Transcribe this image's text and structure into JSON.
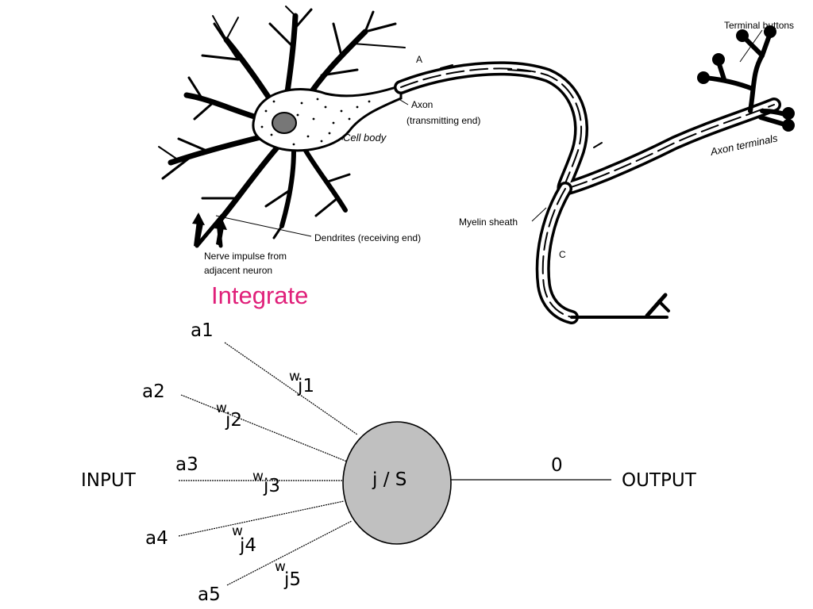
{
  "neuron": {
    "labels": {
      "terminal_buttons": "Terminal buttons",
      "point_a": "A",
      "axon": "Axon",
      "axon_sub": "(transmitting end)",
      "cell_body": "Cell body",
      "axon_terminals": "Axon terminals",
      "myelin_sheath": "Myelin sheath",
      "point_c": "C",
      "dendrites": "Dendrites (receiving end)",
      "impulse_line1": "Nerve impulse from",
      "impulse_line2": "adjacent neuron"
    },
    "integrate_label": "Integrate",
    "integrate_color": "#e0207a"
  },
  "model": {
    "input_label": "INPUT",
    "output_label": "OUTPUT",
    "output_symbol": "0",
    "node_label": "j / S",
    "node_fill": "#c0c0c0",
    "inputs": [
      {
        "a": "a1",
        "w_base": "w",
        "w_sub": "j1"
      },
      {
        "a": "a2",
        "w_base": "w",
        "w_sub": "j2"
      },
      {
        "a": "a3",
        "w_base": "w",
        "w_sub": "j3"
      },
      {
        "a": "a4",
        "w_base": "w",
        "w_sub": "j4"
      },
      {
        "a": "a5",
        "w_base": "w",
        "w_sub": "j5"
      }
    ]
  }
}
